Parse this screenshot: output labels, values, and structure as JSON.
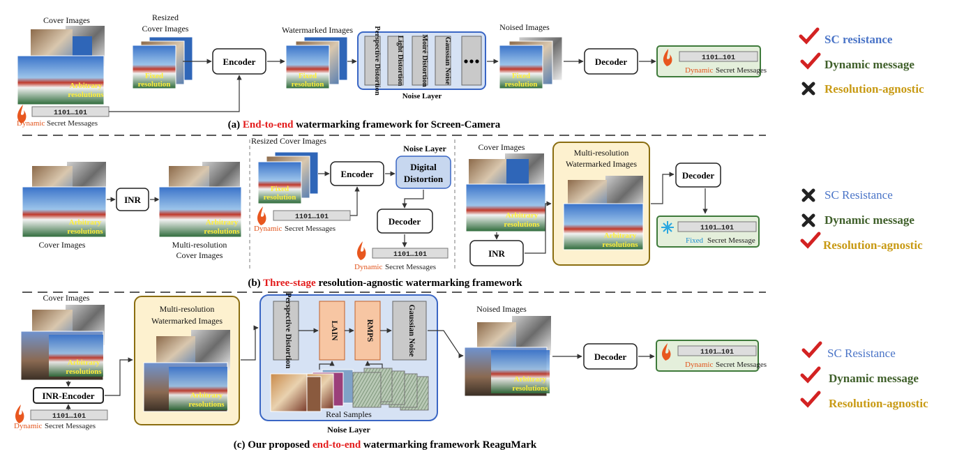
{
  "message": {
    "bits": "1101…101",
    "dynamic": "Dynamic",
    "fixed": "Fixed",
    "secret_messages": "Secret Messages",
    "secret_message": "Secret Message"
  },
  "row_a": {
    "cover_images": "Cover Images",
    "arbitrary_line1": "Arbitrary",
    "arbitrary_line2": "resolutions",
    "resized_line1": "Resized",
    "resized_line2": "Cover Images",
    "fixed_line1": "Fixed",
    "fixed_line2": "resolution",
    "encoder": "Encoder",
    "watermarked_images": "Watermarked Images",
    "noise_items": [
      "Perspective Distortion",
      "Light Distortion",
      "Moiré Distortion",
      "Gaussian Noise"
    ],
    "noise_layer": "Noise Layer",
    "noised_images": "Noised Images",
    "decoder": "Decoder",
    "caption_prefix": "(a) ",
    "caption_highlight": "End-to-end",
    "caption_suffix": " watermarking framework for Screen-Camera"
  },
  "row_b": {
    "inr": "INR",
    "multires_cover_line1": "Multi-resolution",
    "multires_cover_line2": "Cover Images",
    "resized_cover_images": "Resized  Cover Images",
    "digital_line1": "Digital",
    "digital_line2": "Distortion",
    "multires_wm_line1": "Multi-resolution",
    "multires_wm_line2": "Watermarked Images",
    "caption_prefix": "(b) ",
    "caption_highlight": "Three-stage",
    "caption_suffix": " resolution-agnostic watermarking framework"
  },
  "row_c": {
    "inr_encoder": "INR-Encoder",
    "lain": "LAIN",
    "rmps": "RMPS",
    "real_samples": "Real Samples",
    "caption_prefix": "(c) Our proposed ",
    "caption_highlight": "end-to-end",
    "caption_suffix": " watermarking framework ReaguMark"
  },
  "properties": {
    "a": [
      "SC resistance",
      "Dynamic message",
      "Resolution-agnostic"
    ],
    "b": [
      "SC Resistance",
      "Dynamic message",
      "Resolution-agnostic"
    ],
    "c": [
      "SC Resistance",
      "Dynamic message",
      "Resolution-agnostic"
    ]
  },
  "colors": {
    "highlight_red": "#e31b1b",
    "noise_layer_blue": "#3a66c4",
    "watermarked_box_fill": "#fdf1cf",
    "message_box_green": "#3e7a3a",
    "sc_blue": "#4a74c7",
    "dynamic_green": "#3f5f2a",
    "resolution_gold": "#c89a14"
  },
  "icons": [
    "flame-icon",
    "snowflake-icon",
    "check-icon",
    "cross-icon"
  ]
}
